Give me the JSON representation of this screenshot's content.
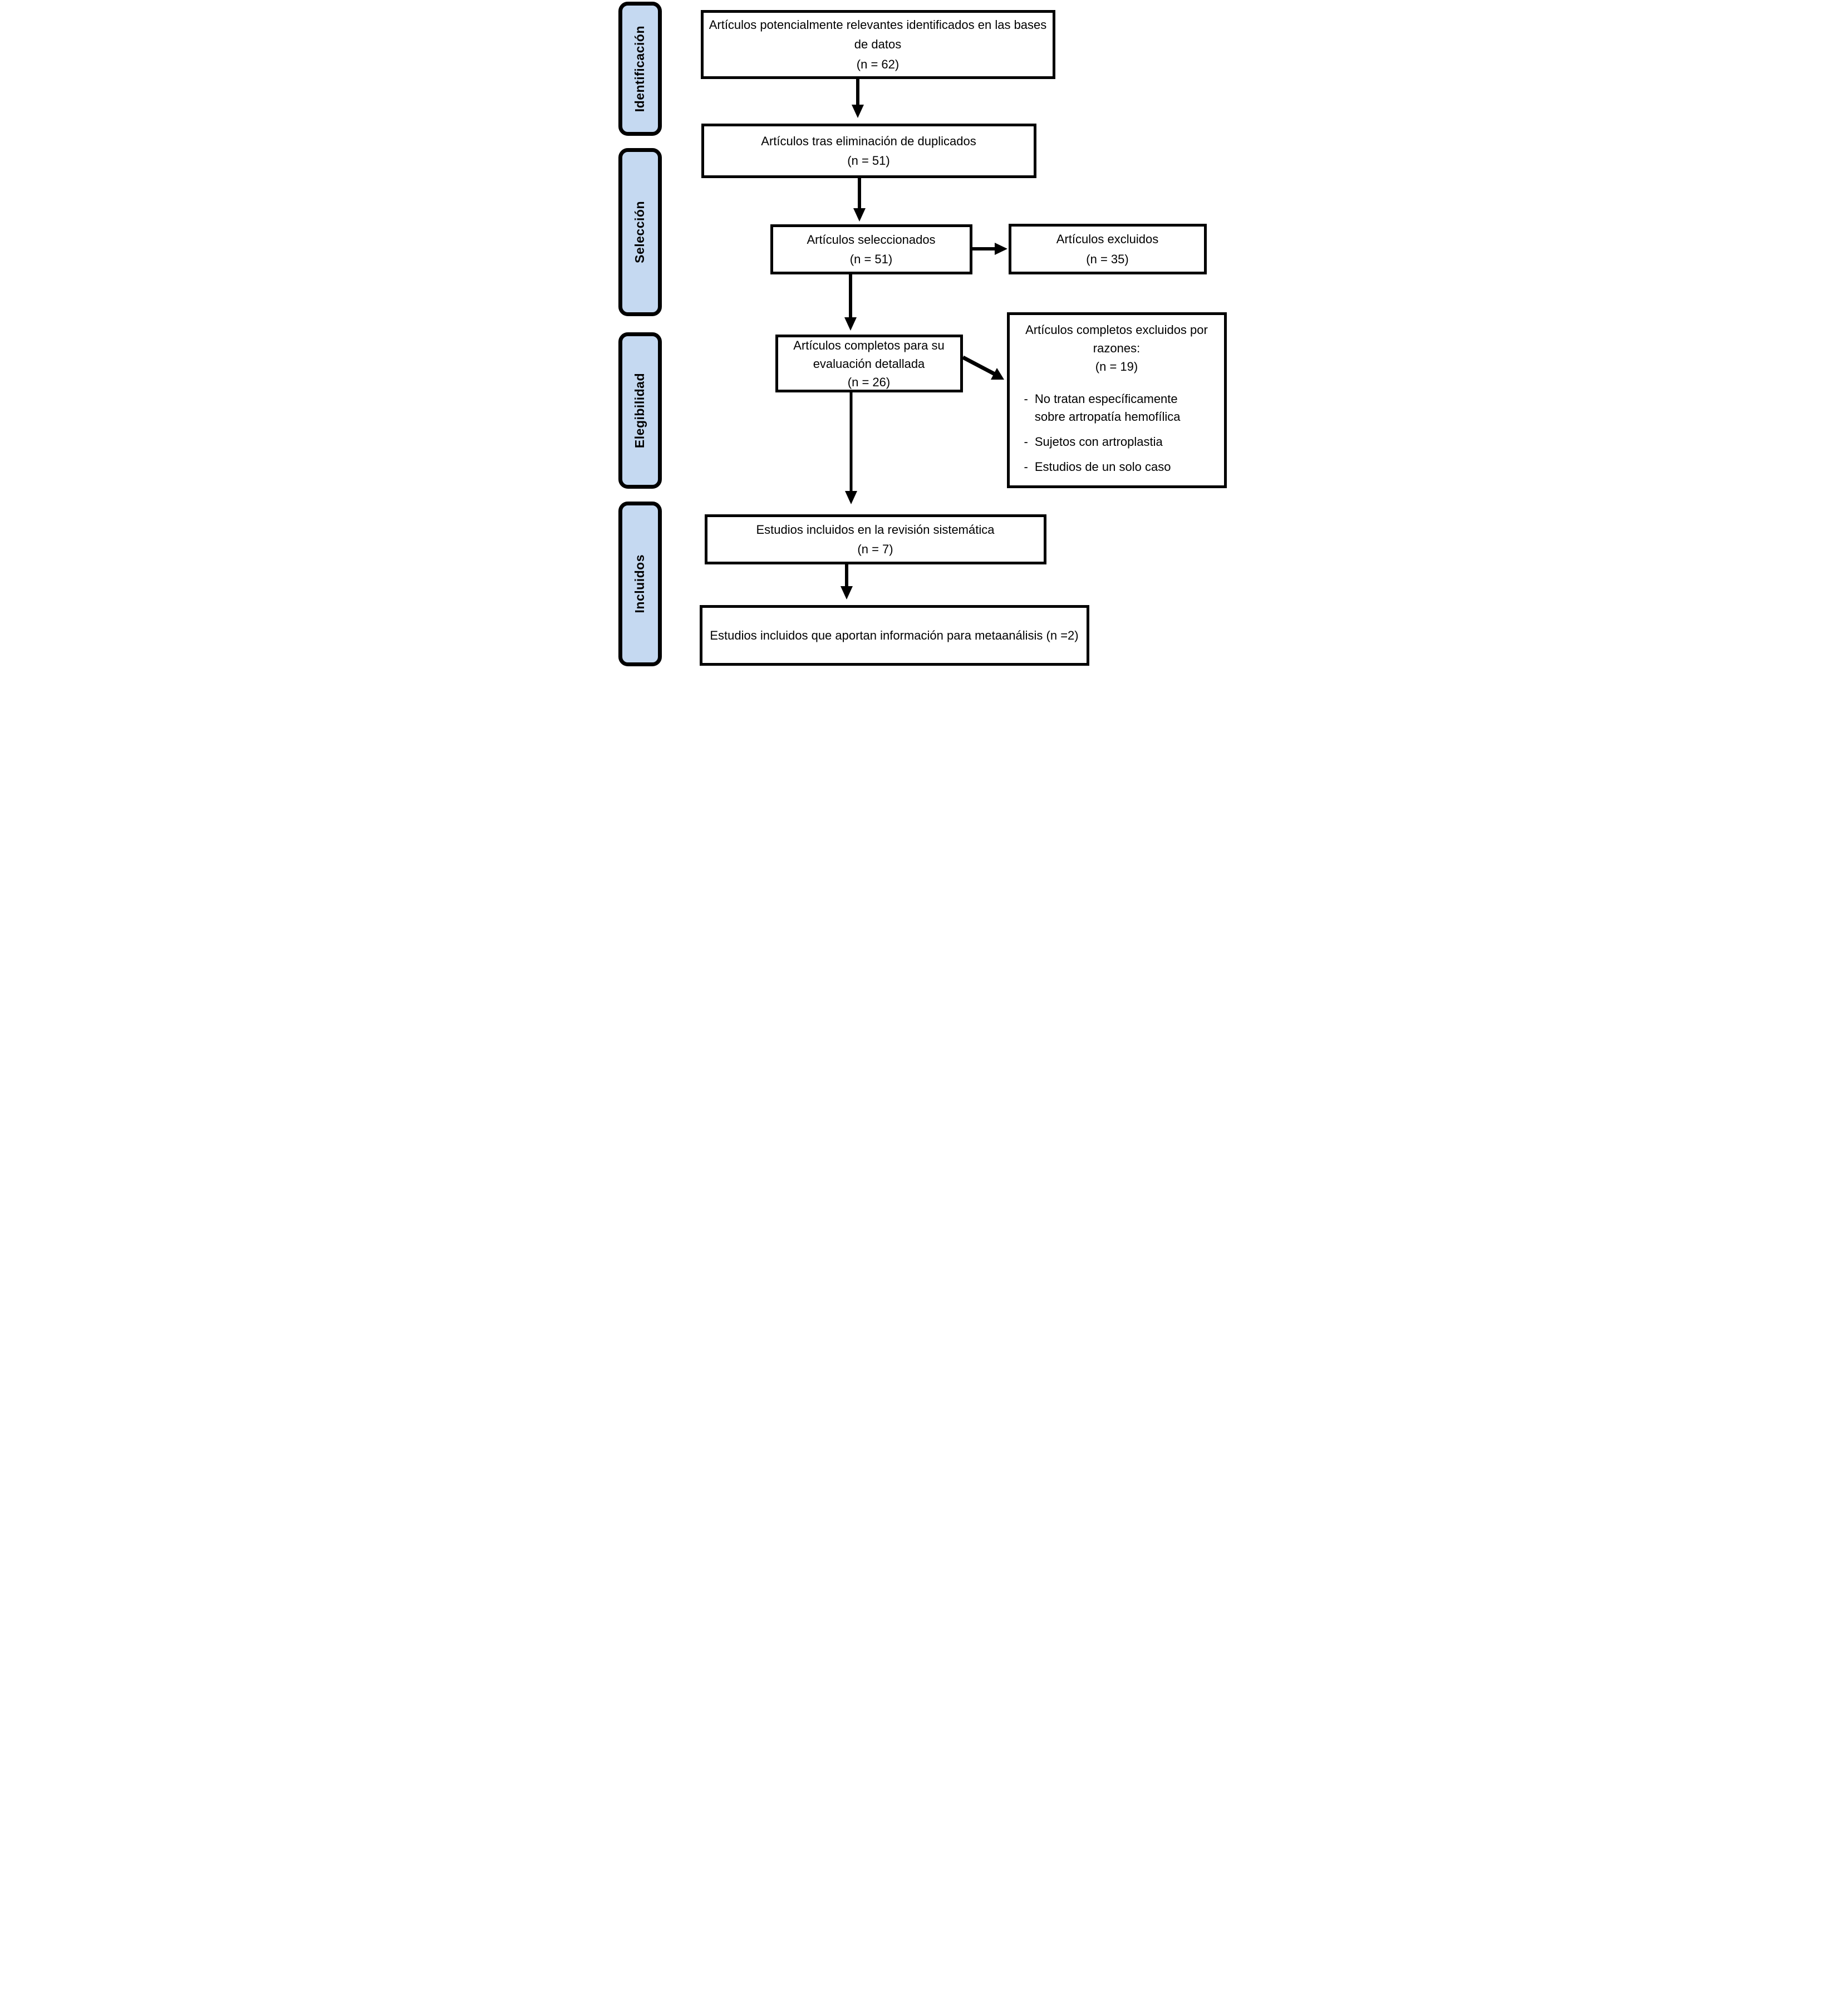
{
  "sidebar": {
    "stages": [
      "Identificación",
      "Selección",
      "Elegibilidad",
      "Incluidos"
    ]
  },
  "boxes": {
    "identified": {
      "text": "Artículos potencialmente relevantes identificados en las bases de datos",
      "count": "(n = 62)"
    },
    "deduplicated": {
      "text": "Artículos tras eliminación de duplicados",
      "count": "(n = 51)"
    },
    "screened": {
      "text": "Artículos seleccionados",
      "count": "(n = 51)"
    },
    "excluded": {
      "text": "Artículos excluidos",
      "count": "(n = 35)"
    },
    "fulltext": {
      "text": "Artículos completos para su evaluación detallada",
      "count": "(n = 26)"
    },
    "fulltext_excluded": {
      "title": "Artículos completos excluidos por razones:",
      "count": "(n = 19)",
      "bullet": "-",
      "reasons": [
        "No tratan específicamente sobre artropatía hemofílica",
        "Sujetos con artroplastia",
        "Estudios de un solo caso"
      ]
    },
    "included_review": {
      "text": "Estudios incluidos en la revisión sistemática",
      "count": "(n = 7)"
    },
    "included_meta": {
      "text": "Estudios incluidos que aportan información para metaanálisis",
      "count": "(n =2)"
    }
  },
  "colors": {
    "stage_fill": "#c5d9f1",
    "box_fill": "#ffffff",
    "line": "#000000"
  }
}
